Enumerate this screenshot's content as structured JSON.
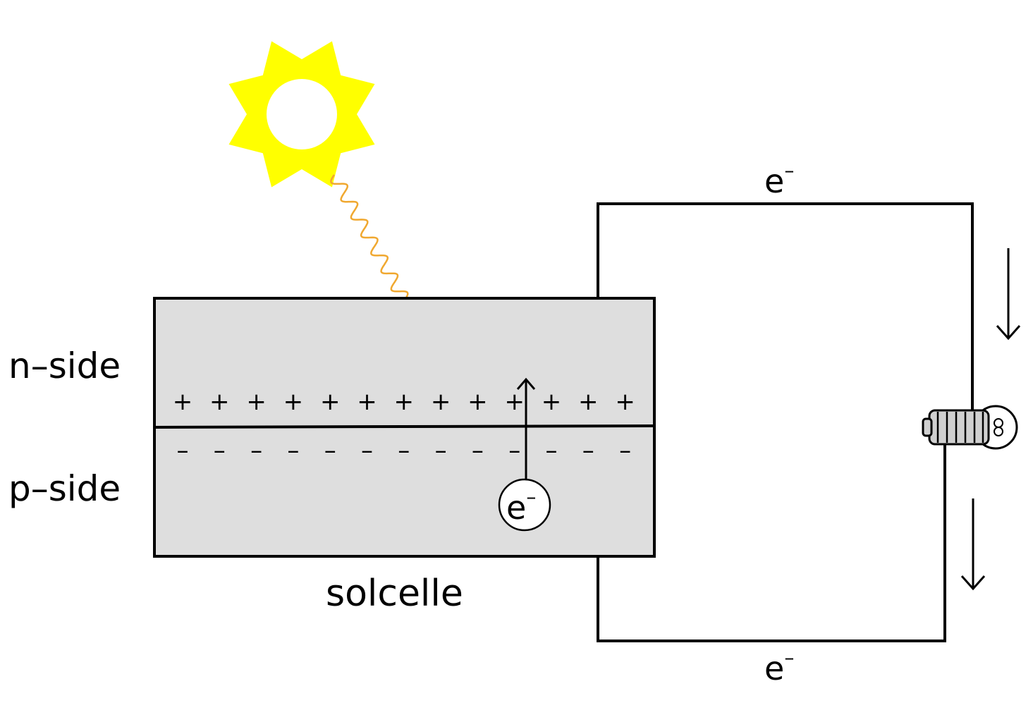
{
  "labels": {
    "n_side": "n–side",
    "p_side": "p–side",
    "cell": "solcelle",
    "electron": "e",
    "electron_sup": "–"
  },
  "junction": {
    "plus_sign": "+",
    "minus_sign": "–",
    "plus_count": 13,
    "minus_count": 13
  },
  "colors": {
    "sun": "#ffff00",
    "photon": "#f0a830",
    "cell_fill": "#dedede",
    "line": "#000000"
  },
  "icons": [
    "sun-icon",
    "light-bulb-icon",
    "arrow-down-icon",
    "arrow-up-icon"
  ]
}
